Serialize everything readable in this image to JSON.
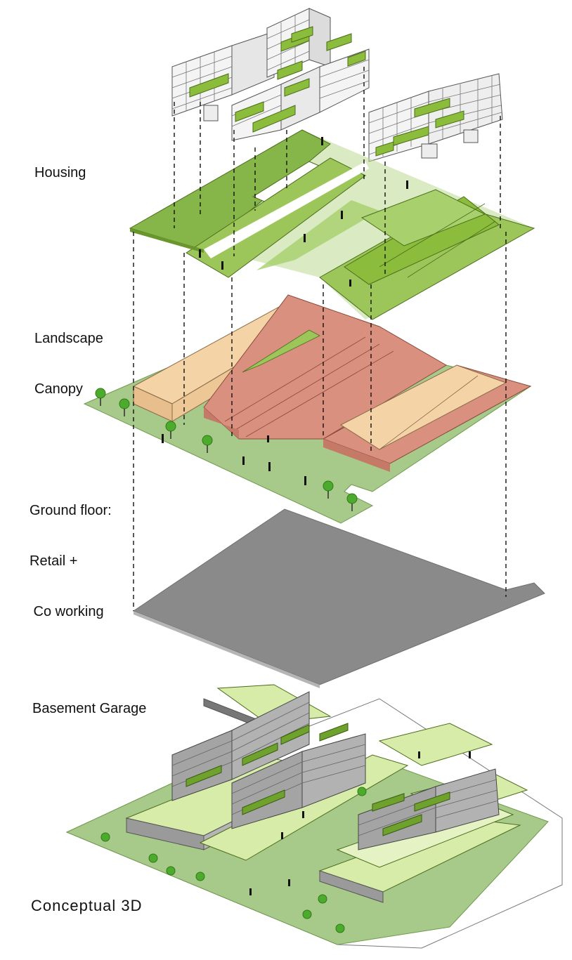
{
  "layers": [
    {
      "id": "housing",
      "lines": [
        "Housing"
      ]
    },
    {
      "id": "landscape",
      "lines": [
        "Landscape",
        "Canopy"
      ]
    },
    {
      "id": "ground",
      "lines": [
        "Ground floor:",
        "Retail +",
        " Co working"
      ]
    },
    {
      "id": "basement",
      "lines": [
        "Basement Garage"
      ]
    }
  ],
  "conceptual_label": "Conceptual 3D",
  "colors": {
    "housing_white": "#f4f4f4",
    "green_roof": "#8cbc3c",
    "canopy_green": "#9cc65a",
    "canopy_dark": "#78a83a",
    "retail_pink": "#d9907e",
    "cowork_beige": "#f4d3a6",
    "ground_green": "#a7c98a",
    "basement_gray": "#8a8a8a",
    "light_green": "#d8ecaa",
    "building_gray": "#9a9a9a",
    "tree": "#4caa2c"
  }
}
